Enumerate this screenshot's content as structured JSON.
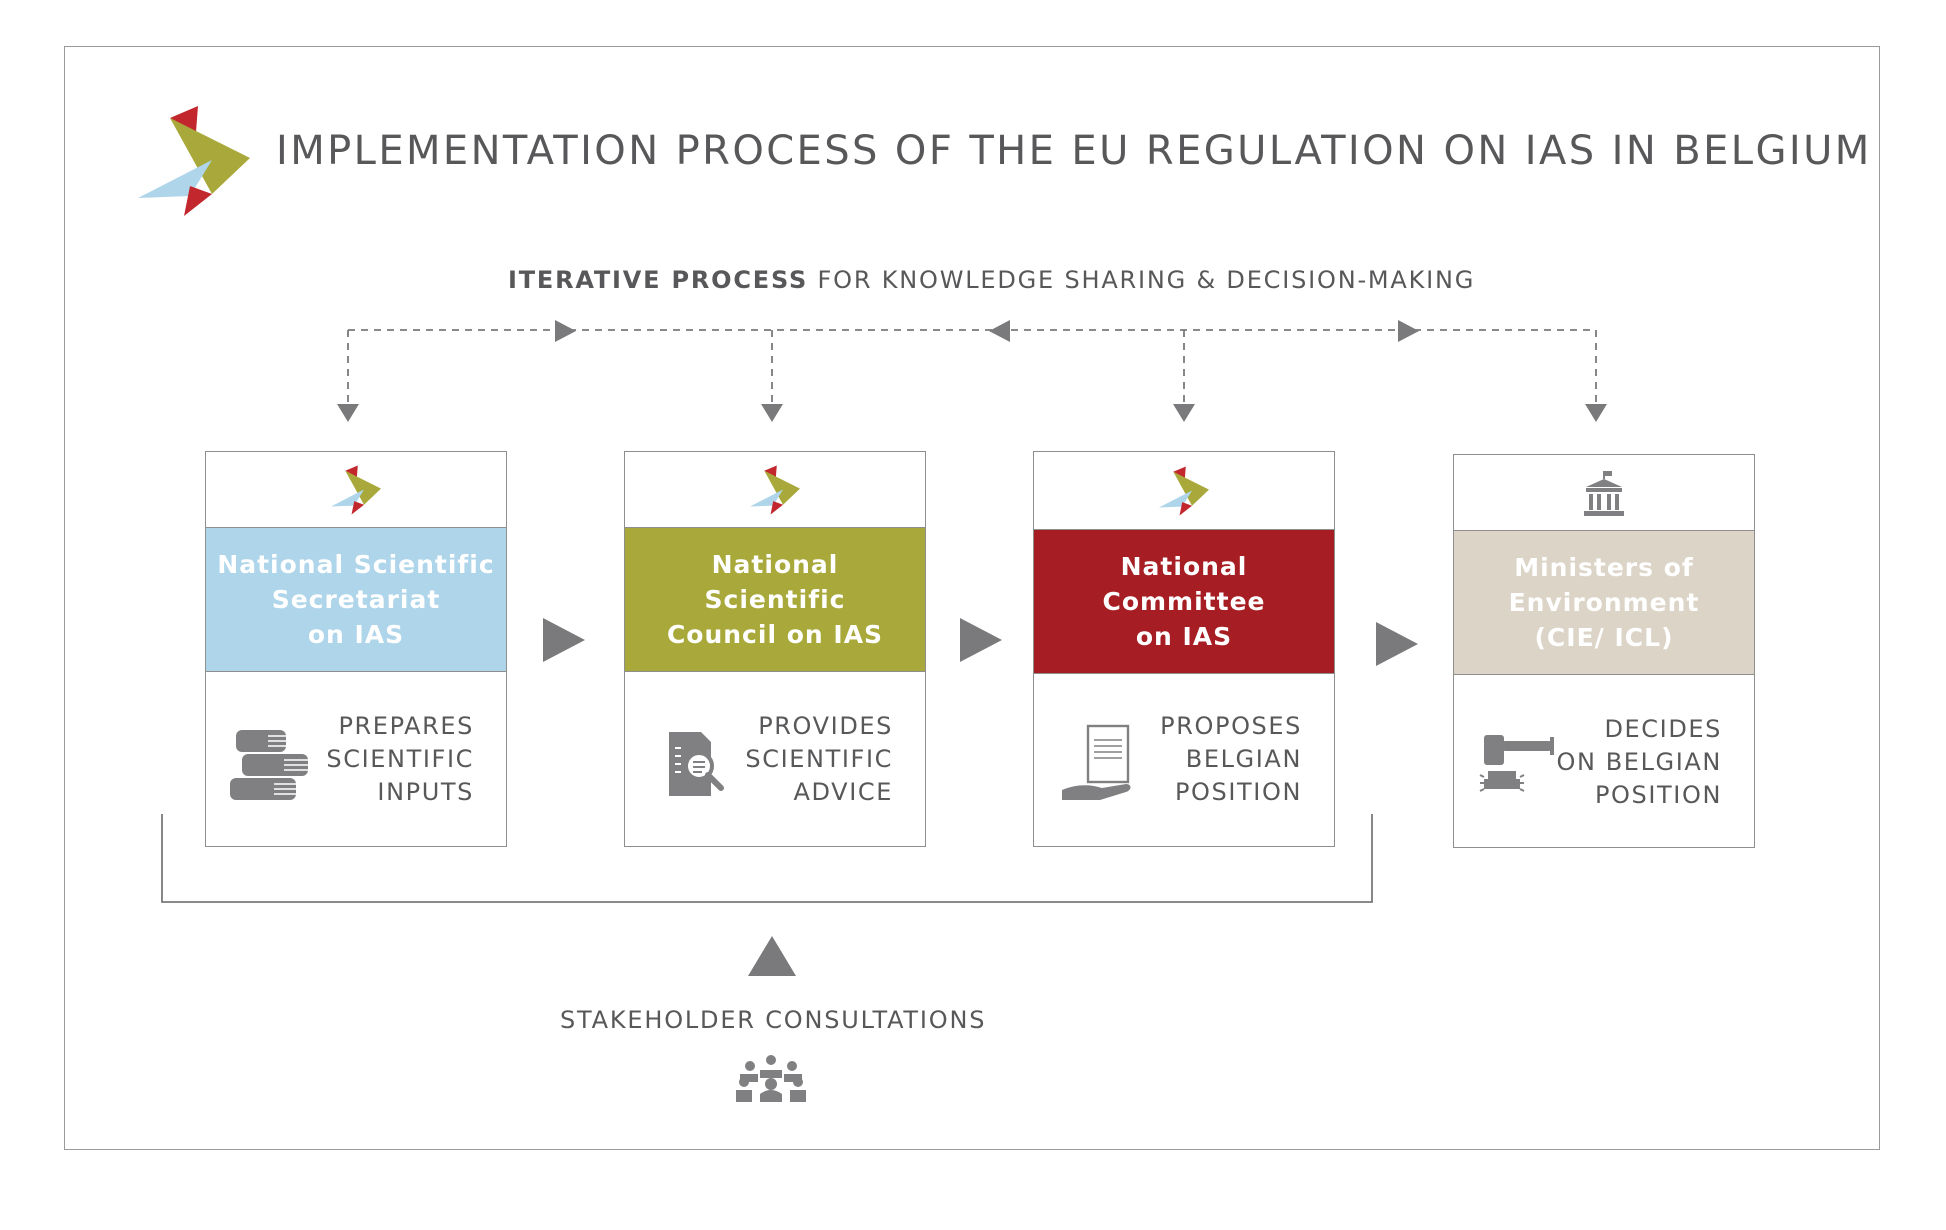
{
  "title": "IMPLEMENTATION PROCESS OF THE EU REGULATION ON IAS IN BELGIUM",
  "subtitle": {
    "bold": "ITERATIVE PROCESS",
    "rest": " FOR KNOWLEDGE SHARING & DECISION-MAKING"
  },
  "colors": {
    "blue": "#aed5ea",
    "olive": "#a8a93a",
    "red": "#a61e23",
    "beige": "#dbd4c7",
    "gray": "#7a7a7c"
  },
  "steps": [
    {
      "header_icon": "logo-icon",
      "name": "National Scientific\nSecretariat\non IAS",
      "band_color": "#aed5ea",
      "action": "PREPARES\nSCIENTIFIC\nINPUTS",
      "action_icon": "books-icon"
    },
    {
      "header_icon": "logo-icon",
      "name": "National\nScientific\nCouncil on IAS",
      "band_color": "#a8a93a",
      "action": "PROVIDES\nSCIENTIFIC\nADVICE",
      "action_icon": "document-search-icon"
    },
    {
      "header_icon": "logo-icon",
      "name": "National\nCommittee\non IAS",
      "band_color": "#a61e23",
      "action": "PROPOSES\nBELGIAN\nPOSITION",
      "action_icon": "document-hand-icon"
    },
    {
      "header_icon": "parliament-icon",
      "name": "Ministers of\nEnvironment\n(CIE/ ICL)",
      "band_color": "#dbd4c7",
      "action": "DECIDES\nON BELGIAN\nPOSITION",
      "action_icon": "gavel-icon"
    }
  ],
  "stakeholder": {
    "label": "STAKEHOLDER CONSULTATIONS",
    "icon": "people-meeting-icon"
  }
}
